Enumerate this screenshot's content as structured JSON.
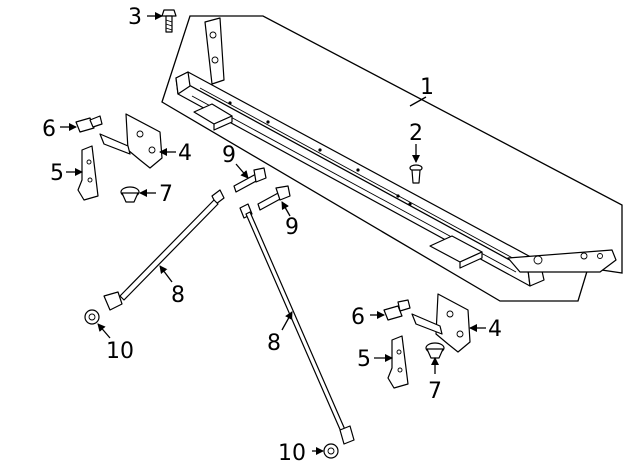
{
  "diagram": {
    "callouts": {
      "c1": "1",
      "c2": "2",
      "c3": "3",
      "c4a": "4",
      "c4b": "4",
      "c5a": "5",
      "c5b": "5",
      "c6a": "6",
      "c6b": "6",
      "c7a": "7",
      "c7b": "7",
      "c8a": "8",
      "c8b": "8",
      "c9a": "9",
      "c9b": "9",
      "c10a": "10",
      "c10b": "10"
    }
  }
}
